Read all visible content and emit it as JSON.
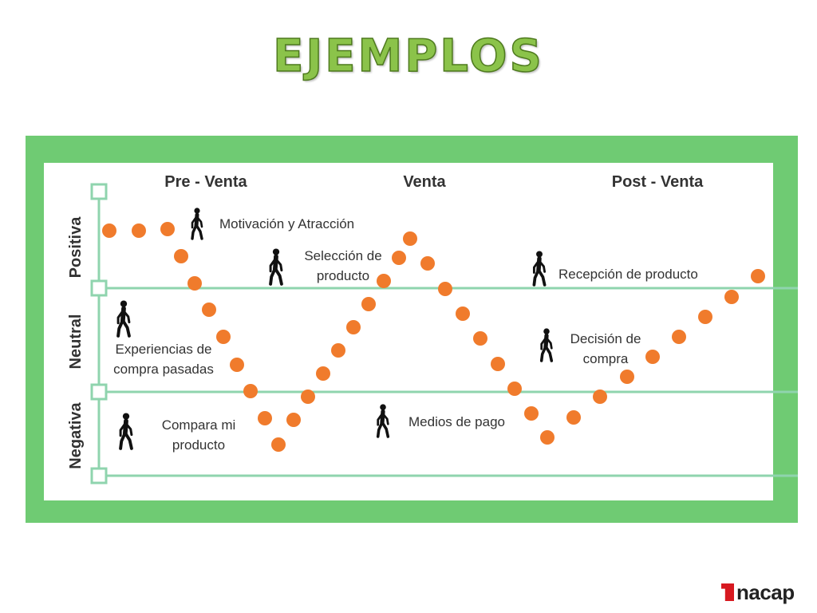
{
  "title": "EJEMPLOS",
  "colors": {
    "frame": "#6fcb73",
    "dot": "#f07b2c",
    "line": "#8fd4ae",
    "title": "#8bc34a"
  },
  "stages": [
    "Pre - Venta",
    "Venta",
    "Post - Venta"
  ],
  "zones": [
    "Positiva",
    "Neutral",
    "Negativa"
  ],
  "journey": [
    {
      "icon": "walking-person-icon",
      "lines": [
        "Motivación y Atracción"
      ]
    },
    {
      "icon": "walking-person-icon",
      "lines": [
        "Selección de",
        "producto"
      ]
    },
    {
      "icon": "walking-person-icon",
      "lines": [
        "Recepción de producto"
      ]
    },
    {
      "icon": "walking-person-icon",
      "lines": [
        "Experiencias de",
        "compra pasadas"
      ]
    },
    {
      "icon": "walking-person-icon",
      "lines": [
        "Decisión de",
        "compra"
      ]
    },
    {
      "icon": "walking-person-icon",
      "lines": [
        "Compara mi",
        "producto"
      ]
    },
    {
      "icon": "walking-person-icon",
      "lines": [
        "Medios de pago"
      ]
    }
  ],
  "brand": {
    "name": "inacap",
    "text": "nacap"
  }
}
